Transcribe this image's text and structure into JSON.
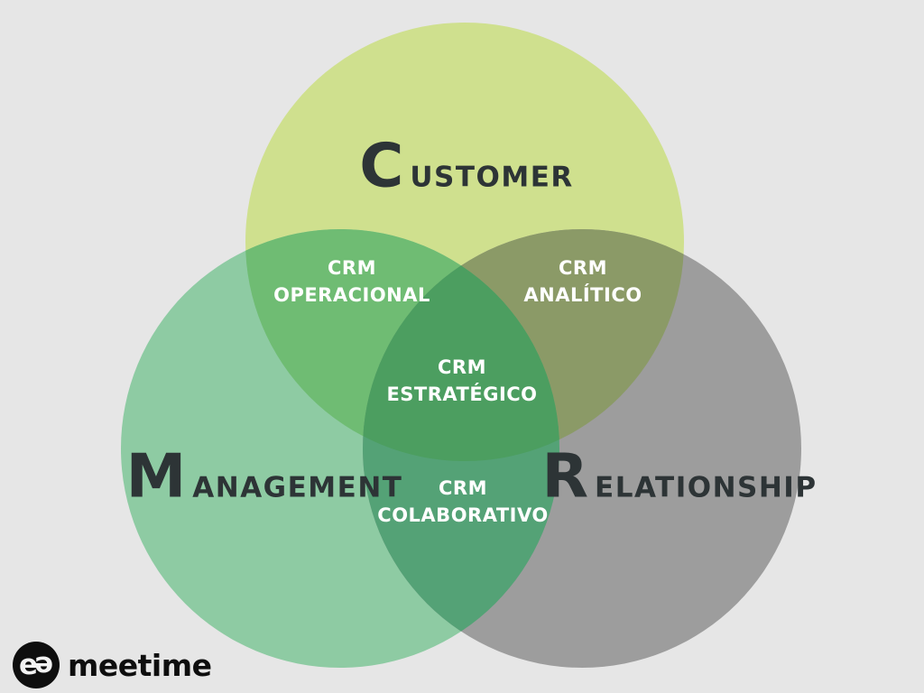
{
  "background_color": "#e6e6e6",
  "text_colors": {
    "dark": "#2d3436",
    "light": "#ffffff"
  },
  "diagram": {
    "type": "venn",
    "title_meaning": "CRM - Customer Relationship Management",
    "circles": [
      {
        "id": "customer",
        "initial": "C",
        "rest": "USTOMER",
        "color": "#cfe08e"
      },
      {
        "id": "management",
        "initial": "M",
        "rest": "ANAGEMENT",
        "color": "#8ecba3"
      },
      {
        "id": "relationship",
        "initial": "R",
        "rest": "ELATIONSHIP",
        "color": "#9d9d9d"
      }
    ],
    "overlaps": [
      {
        "id": "crm-operacional",
        "line1": "CRM",
        "line2": "OPERACIONAL",
        "color": "#6fbc73",
        "between": [
          "customer",
          "management"
        ]
      },
      {
        "id": "crm-analitico",
        "line1": "CRM",
        "line2": "ANALÍTICO",
        "color": "#8b9a67",
        "between": [
          "customer",
          "relationship"
        ]
      },
      {
        "id": "crm-colaborativo",
        "line1": "CRM",
        "line2": "COLABORATIVO",
        "color": "#54a276",
        "between": [
          "management",
          "relationship"
        ]
      },
      {
        "id": "crm-estrategico",
        "line1": "CRM",
        "line2": "ESTRATÉGICO",
        "color": "#4c9e60",
        "between": [
          "customer",
          "management",
          "relationship"
        ]
      }
    ]
  },
  "branding": {
    "logo_icon": "meetime-double-e-icon",
    "logo_glyph1": "e",
    "logo_glyph2": "e",
    "logo_text": "meetime",
    "logo_color": "#0e0e0e"
  }
}
